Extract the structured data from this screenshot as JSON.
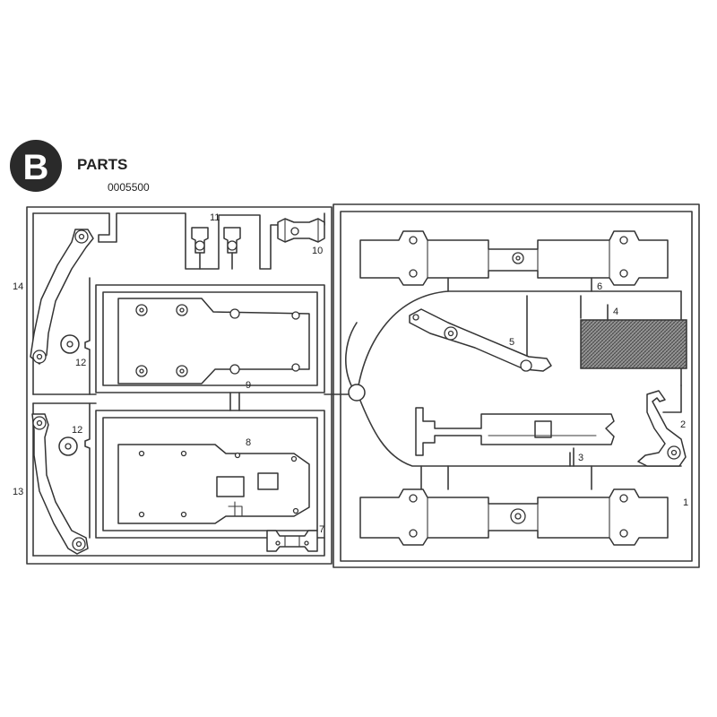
{
  "header": {
    "badge_letter": "B",
    "title": "PARTS",
    "code": "0005500"
  },
  "parts": {
    "p1": "1",
    "p2": "2",
    "p3": "3",
    "p4": "4",
    "p5": "5",
    "p6": "6",
    "p7": "7",
    "p8": "8",
    "p9": "9",
    "p10": "10",
    "p11": "11",
    "p12a": "12",
    "p12b": "12",
    "p13": "13",
    "p14": "14"
  },
  "colors": {
    "line": "#3a3a3a",
    "badge": "#2a2a2a",
    "paper": "#ffffff"
  }
}
